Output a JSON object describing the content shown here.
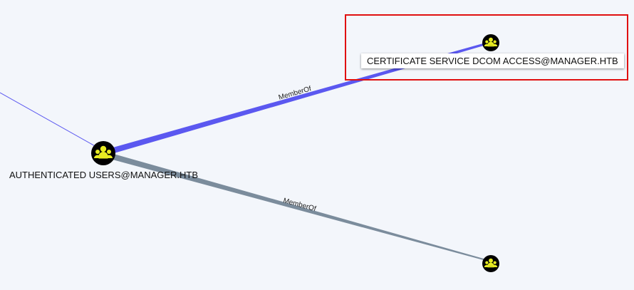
{
  "graph": {
    "nodes": {
      "authenticated_users": {
        "label": "AUTHENTICATED USERS@MANAGER.HTB",
        "icon": "group-icon"
      },
      "cert_service_dcom": {
        "label": "CERTIFICATE SERVICE DCOM ACCESS@MANAGER.HTB",
        "icon": "group-icon",
        "highlighted": true
      },
      "unlabeled_group": {
        "label": "",
        "icon": "group-icon"
      }
    },
    "edges": {
      "to_cert_service": {
        "label": "MemberOf",
        "color": "#5b58f0"
      },
      "to_unlabeled": {
        "label": "MemberOf",
        "color": "#7b8c9c"
      },
      "incoming": {
        "label": "",
        "color": "#5b58f0"
      }
    }
  },
  "colors": {
    "background": "#f3f6fb",
    "node_fill": "#000000",
    "icon_fill": "#e8ec22",
    "highlight": "#e01010"
  }
}
